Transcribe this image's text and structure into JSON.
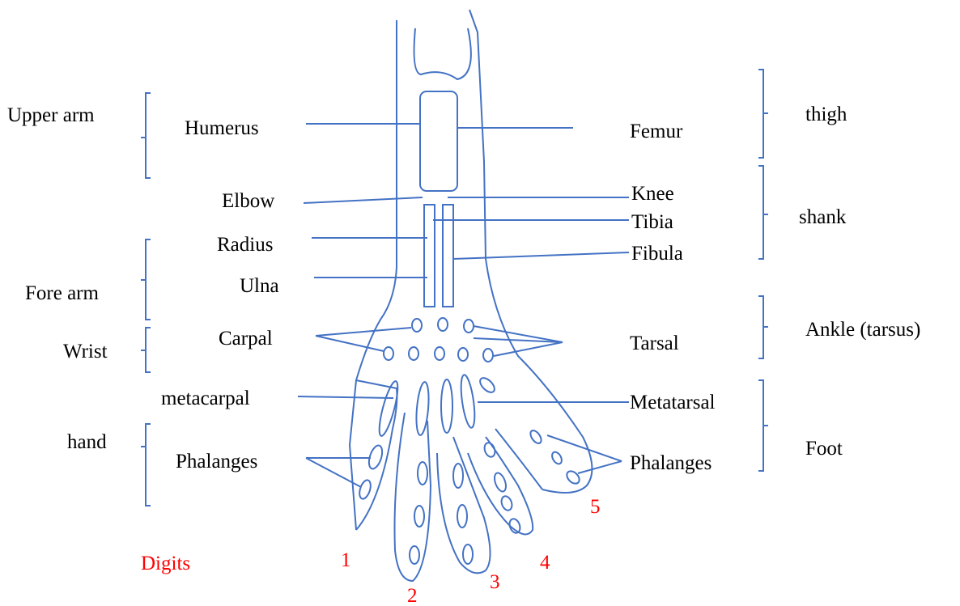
{
  "colors": {
    "line": "#4472c4",
    "text": "#000000",
    "digits": "#ff0000"
  },
  "left_groups": {
    "upper_arm": "Upper arm",
    "fore_arm": "Fore arm",
    "wrist": "Wrist",
    "hand": "hand"
  },
  "left_bones": {
    "humerus": "Humerus",
    "elbow": "Elbow",
    "radius": "Radius",
    "ulna": "Ulna",
    "carpal": "Carpal",
    "metacarpal": "metacarpal",
    "phalanges": "Phalanges"
  },
  "right_bones": {
    "femur": "Femur",
    "knee": "Knee",
    "tibia": "Tibia",
    "fibula": "Fibula",
    "tarsal": "Tarsal",
    "metatarsal": "Metatarsal",
    "phalanges": "Phalanges"
  },
  "right_groups": {
    "thigh": "thigh",
    "shank": "shank",
    "ankle": "Ankle (tarsus)",
    "foot": "Foot"
  },
  "digits": {
    "title": "Digits",
    "numbers": [
      "1",
      "2",
      "3",
      "4",
      "5"
    ]
  }
}
